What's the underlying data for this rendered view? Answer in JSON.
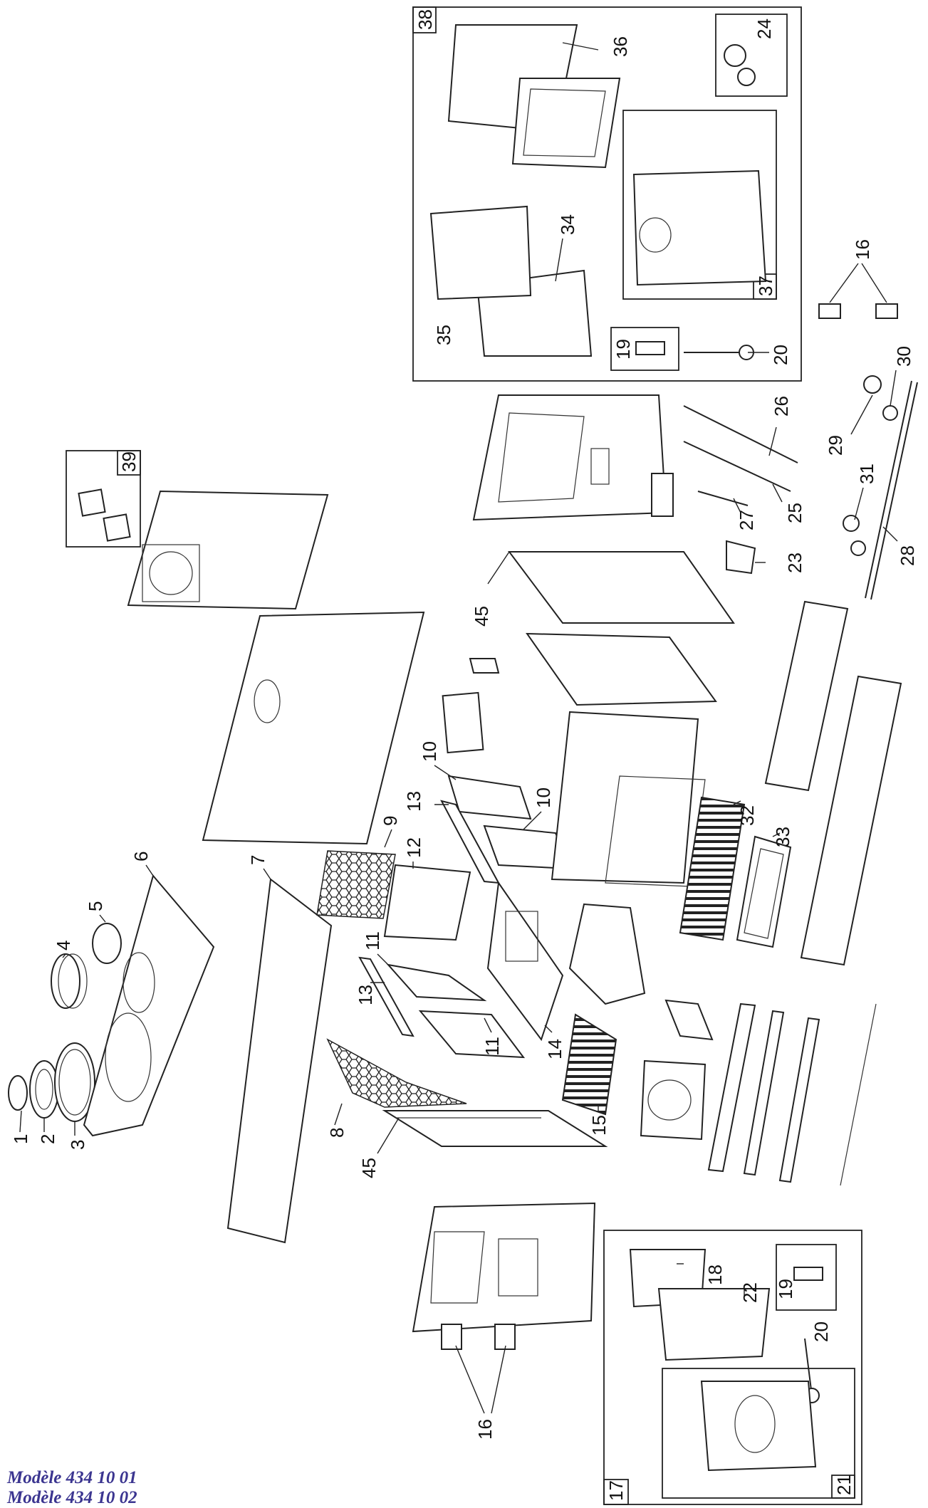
{
  "models": [
    "Modèle 434 10 01",
    "Modèle 434 10 02"
  ],
  "callouts": [
    "1",
    "2",
    "3",
    "4",
    "5",
    "6",
    "7",
    "8",
    "9",
    "10",
    "10",
    "11",
    "11",
    "12",
    "13",
    "13",
    "14",
    "15",
    "16",
    "16",
    "17",
    "18",
    "19",
    "19",
    "20",
    "20",
    "21",
    "22",
    "23",
    "24",
    "25",
    "26",
    "27",
    "28",
    "29",
    "30",
    "31",
    "32",
    "33",
    "34",
    "35",
    "36",
    "37",
    "38",
    "39",
    "45",
    "45"
  ],
  "colors": {
    "line": "#222222",
    "model_text": "#3b3590"
  }
}
